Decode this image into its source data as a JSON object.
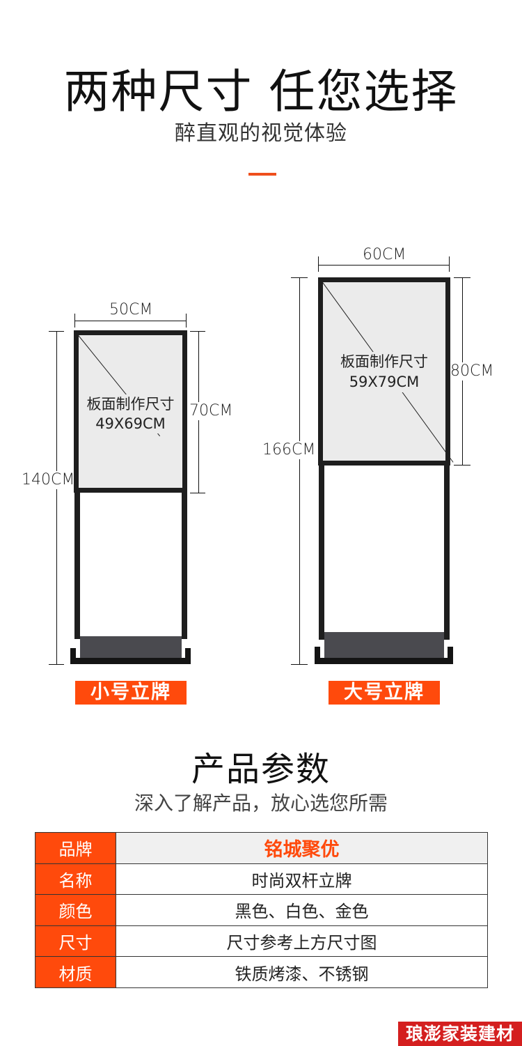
{
  "header": {
    "title": "两种尺寸 任您选择",
    "subtitle": "醉直观的视觉体验",
    "accent_color": "#ef4f1c"
  },
  "stands": [
    {
      "name": "小号立牌",
      "width_label": "50CM",
      "panel_height_label": "70CM",
      "total_height_label": "140CM",
      "panel_text_line1": "板面制作尺寸",
      "panel_text_line2": "49X69CM"
    },
    {
      "name": "大号立牌",
      "width_label": "60CM",
      "panel_height_label": "80CM",
      "total_height_label": "166CM",
      "panel_text_line1": "板面制作尺寸",
      "panel_text_line2": "59X79CM"
    }
  ],
  "params_section": {
    "title": "产品参数",
    "subtitle": "深入了解产品，放心选您所需",
    "rows": [
      {
        "key": "品牌",
        "value": "铭城聚优"
      },
      {
        "key": "名称",
        "value": "时尚双杆立牌"
      },
      {
        "key": "颜色",
        "value": "黑色、白色、金色"
      },
      {
        "key": "尺寸",
        "value": "尺寸参考上方尺寸图"
      },
      {
        "key": "材质",
        "value": "铁质烤漆、不锈钢"
      }
    ],
    "key_bg_color": "#ff4a0c"
  },
  "watermark": {
    "text": "琅澎家装建材",
    "bg_color": "#d41f1f"
  }
}
